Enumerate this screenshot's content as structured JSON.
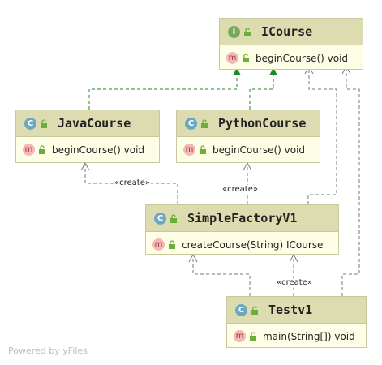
{
  "diagram": {
    "classes": [
      {
        "name": "ICourse",
        "kind": "I",
        "method": "beginCourse() void"
      },
      {
        "name": "JavaCourse",
        "kind": "C",
        "method": "beginCourse() void"
      },
      {
        "name": "PythonCourse",
        "kind": "C",
        "method": "beginCourse() void"
      },
      {
        "name": "SimpleFactoryV1",
        "kind": "C",
        "method": "createCourse(String) ICourse"
      },
      {
        "name": "Testv1",
        "kind": "C",
        "method": "main(String[]) void"
      }
    ],
    "method_badge": "m",
    "stereotype": "«create»",
    "colors": {
      "header": "#dcdcb0",
      "body": "#fefee6",
      "border": "#c9c9a0",
      "realization_arrow": "#1f8a1f",
      "dependency_line": "#777777"
    }
  },
  "footer": {
    "powered_by": "Powered by yFiles"
  }
}
